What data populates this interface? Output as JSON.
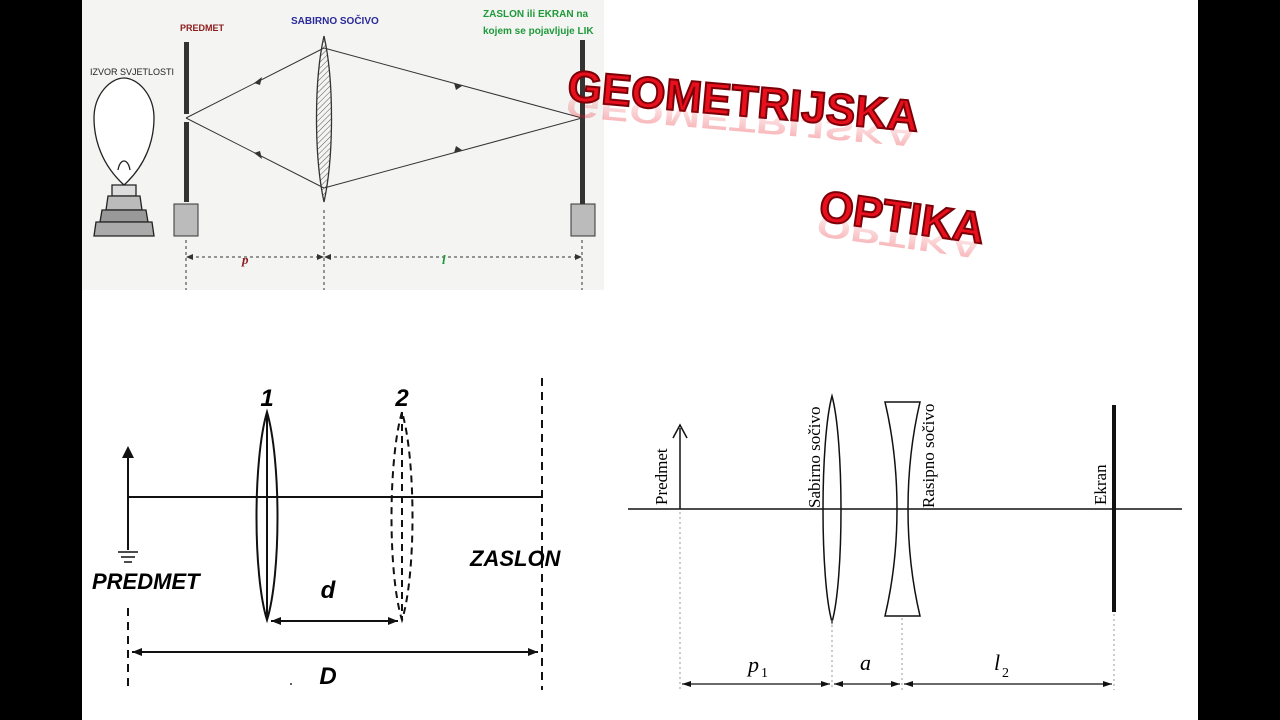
{
  "top_diagram": {
    "label_object": "PREDMET",
    "label_lens": "SABIRNO SOČIVO",
    "label_screen_line1": "ZASLON ili EKRAN na",
    "label_screen_line2": "kojem se pojavljuje LIK",
    "label_source": "IZVOR SVJETLOSTI",
    "dim_p": "p",
    "dim_l": "l",
    "colors": {
      "object": "#8b1a1a",
      "lens": "#2a2a9a",
      "screen": "#1e9a3a",
      "dim": "#8b1a1a"
    }
  },
  "title": {
    "line1": "GEOMETRIJSKA",
    "line2": "OPTIKA",
    "color": "#e8101c"
  },
  "bottom_left": {
    "lens1_label": "1",
    "lens2_label": "2",
    "object_label": "PREDMET",
    "screen_label": "ZASLON",
    "dim_d": "d",
    "dim_D": "D"
  },
  "bottom_right": {
    "object_label": "Predmet",
    "converging_label": "Sabirno sočivo",
    "diverging_label": "Rasipno sočivo",
    "screen_label": "Ekran",
    "dim_p": "p",
    "dim_p_sub": "1",
    "dim_a": "a",
    "dim_l": "l",
    "dim_l_sub": "2"
  }
}
